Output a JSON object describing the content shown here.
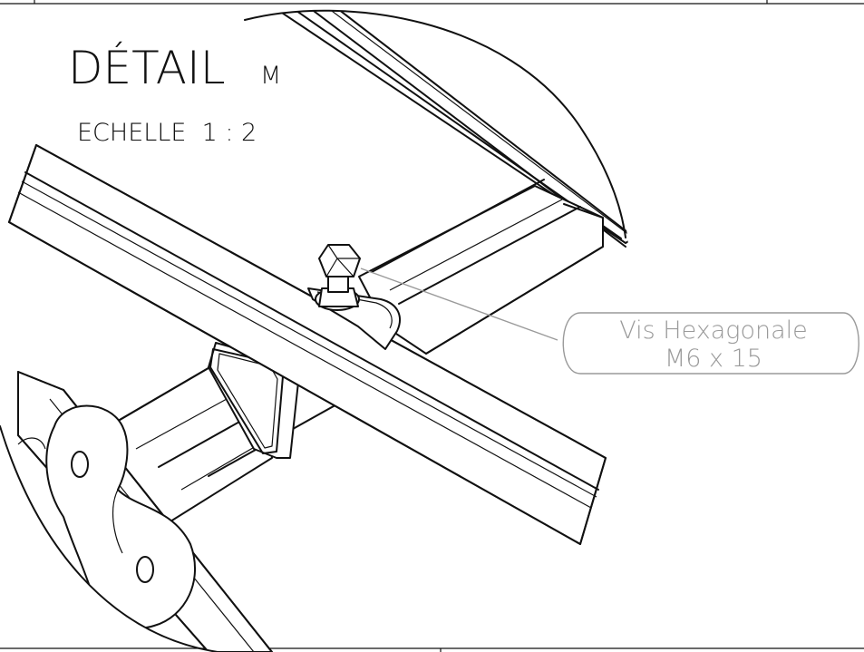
{
  "detail": {
    "title": "DÉTAIL",
    "letter": "M",
    "scale": "ECHELLE  1 : 2"
  },
  "callout": {
    "line1": "Vis Hexagonale",
    "line2": "M6 x 15"
  },
  "colors": {
    "ink": "#111111",
    "callout": "#9a9a9a",
    "background": "#ffffff"
  }
}
